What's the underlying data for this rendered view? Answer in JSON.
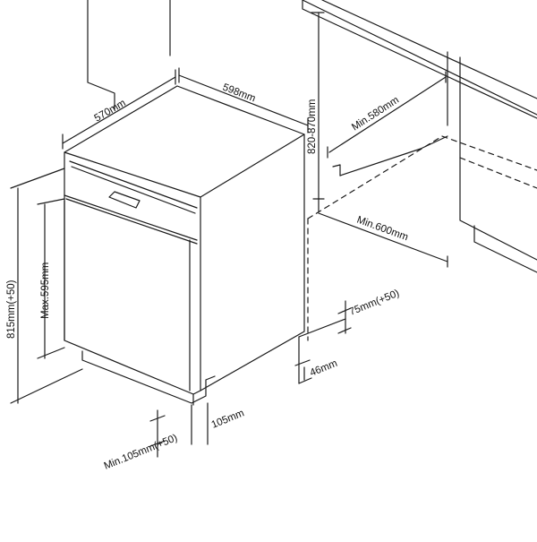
{
  "dimensions": {
    "depth": "570mm",
    "width": "598mm",
    "niche_height": "820-870mm",
    "niche_depth": "Min.580mm",
    "niche_width": "Min.600mm",
    "height": "815mm(+50)",
    "panel_height": "Max.595mm",
    "plinth_adjust": "75mm(+50)",
    "plinth_depth": "46mm",
    "foot_height": "105mm",
    "plinth_height": "Min.105mm(+50)"
  },
  "colors": {
    "line": "#1a1a1a",
    "background": "#ffffff"
  }
}
